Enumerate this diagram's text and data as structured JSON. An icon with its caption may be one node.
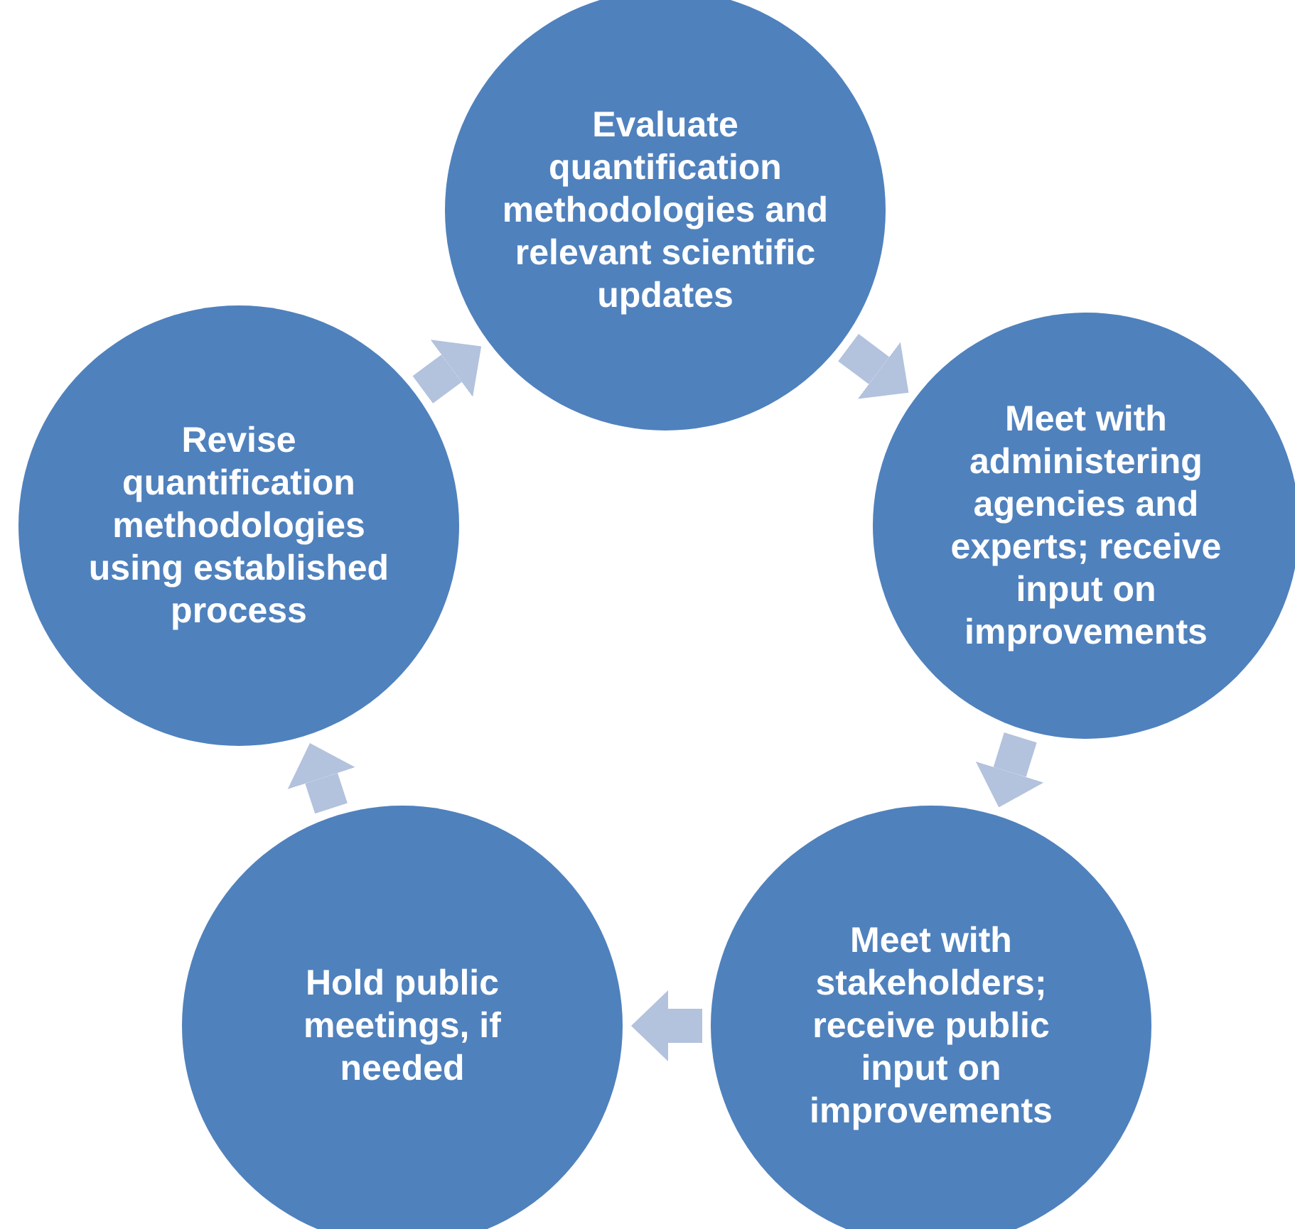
{
  "diagram": {
    "nodes": [
      {
        "text": [
          "Evaluate quantification methodologies and relevant scientific updates"
        ]
      },
      {
        "text": [
          "Meet with administering agencies and experts; receive input on improvements"
        ]
      },
      {
        "text": [
          "Meet with stakeholders; receive public input on improvements"
        ]
      },
      {
        "text": [
          "Hold public meetings, if needed"
        ]
      },
      {
        "text": [
          "Revise quantification methodologies using established process"
        ]
      }
    ],
    "edges": [
      {
        "from": 0,
        "to": 1,
        "arrow": "to"
      },
      {
        "from": 1,
        "to": 2,
        "arrow": "to"
      },
      {
        "from": 2,
        "to": 3,
        "arrow": "to"
      },
      {
        "from": 3,
        "to": 4,
        "arrow": "to"
      },
      {
        "from": 4,
        "to": 0,
        "arrow": "to"
      }
    ]
  }
}
